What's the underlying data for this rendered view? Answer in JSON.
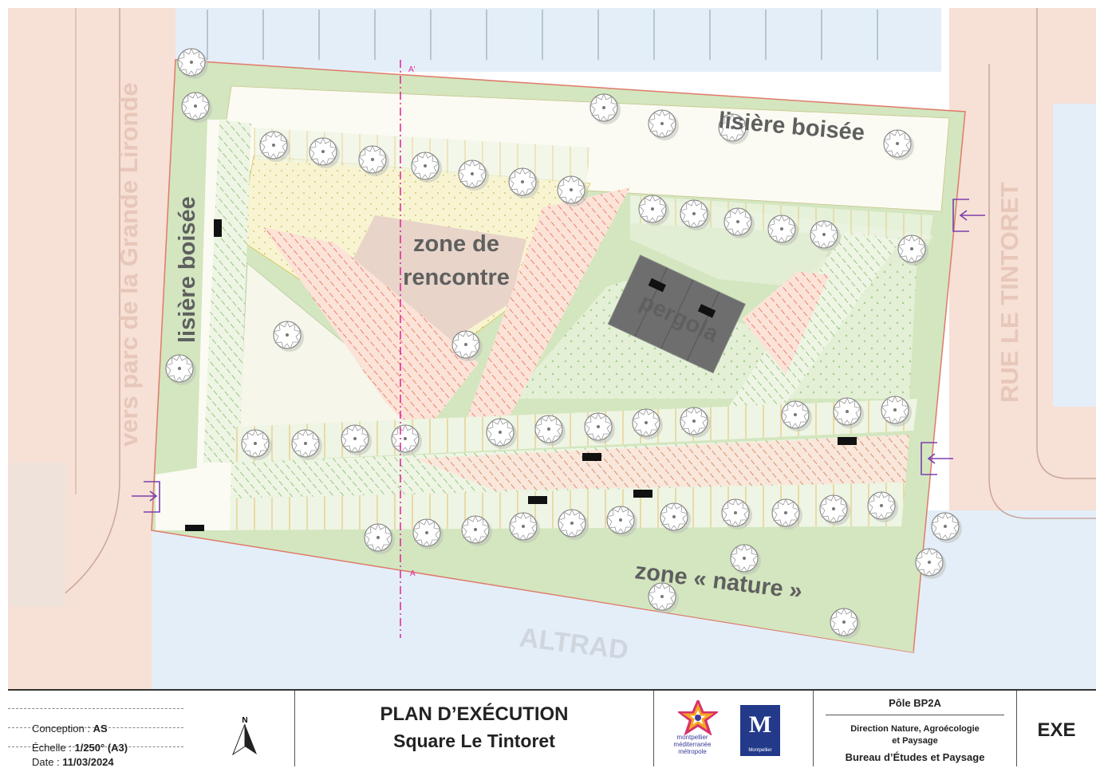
{
  "plan": {
    "zones": {
      "lisiere_top": "lisière boisée",
      "lisiere_left": "lisière boisée",
      "rencontre_line1": "zone de",
      "rencontre_line2": "rencontre",
      "pergola": "pergola",
      "nature": "zone « nature »"
    },
    "streets": {
      "left": "vers parc de la Grande Lironde",
      "right": "RUE LE TINTORET",
      "bottom": "ALTRAD"
    },
    "section_marks": {
      "top": "A'",
      "bottom": "A"
    }
  },
  "cartouche": {
    "conception_label": "Conception : ",
    "conception_value": "AS",
    "echelle_label": "Échelle : ",
    "echelle_value": "1/250° (A3)",
    "date_label": "Date : ",
    "date_value": "11/03/2024",
    "north_label": "N",
    "title_line1": "PLAN D’EXÉCUTION",
    "title_line2": "Square Le Tintoret",
    "logo1_text_line1": "montpellier",
    "logo1_text_line2": "méditerranée",
    "logo1_text_line3": "métropole",
    "logo2_letter": "M",
    "logo2_text": "Montpellier",
    "pole": "Pôle BP2A",
    "direction_line1": "Direction Nature, Agroécologie",
    "direction_line2": "et Paysage",
    "bureau": "Bureau d’Études et Paysage",
    "phase": "EXE"
  },
  "colors": {
    "grass": "#d3e6bf",
    "sand": "#f5f0c8",
    "pink_ground": "#f7ddd2",
    "path_red": "#f2a18a",
    "path_green": "#9fc987",
    "pergola": "#6e6e6e",
    "water_blue": "#e4eef8",
    "section_line": "#e0229a",
    "access_arrow": "#7b3fb0"
  }
}
